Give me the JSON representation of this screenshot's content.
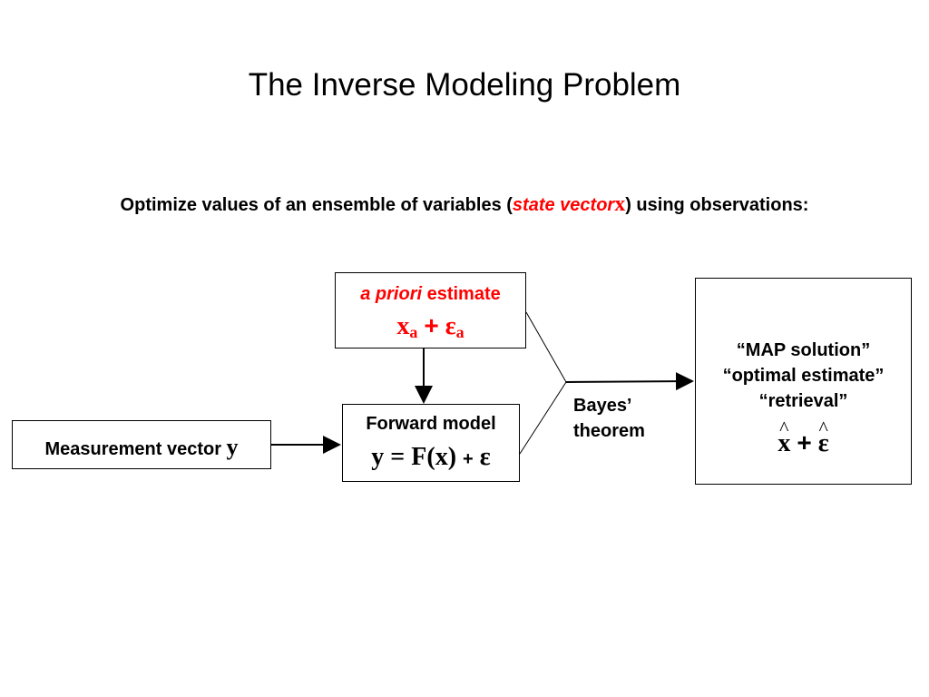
{
  "title": "The Inverse Modeling Problem",
  "subtitle": {
    "pre": "Optimize values of an ensemble of variables (",
    "state_vector": "state vector",
    "x": "x",
    "post": ") using observations:"
  },
  "apriori": {
    "label_italic": "a priori",
    "label_rest": " estimate",
    "x": "x",
    "x_sub": "a",
    "plus": "+",
    "eps": "ε",
    "eps_sub": "a"
  },
  "forward_model": {
    "label": "Forward model",
    "y": "y",
    "eq": "=",
    "F": "F(x)",
    "plus": "+",
    "eps": "ε"
  },
  "measurement": {
    "label": "Measurement vector ",
    "y": "y"
  },
  "bayes": {
    "line1": "Bayes’",
    "line2": "theorem"
  },
  "map": {
    "line1": "“MAP solution”",
    "line2": "“optimal estimate”",
    "line3": "“retrieval”",
    "x": "x",
    "plus": "+",
    "eps": "ε"
  },
  "colors": {
    "accent": "#ff0000"
  }
}
